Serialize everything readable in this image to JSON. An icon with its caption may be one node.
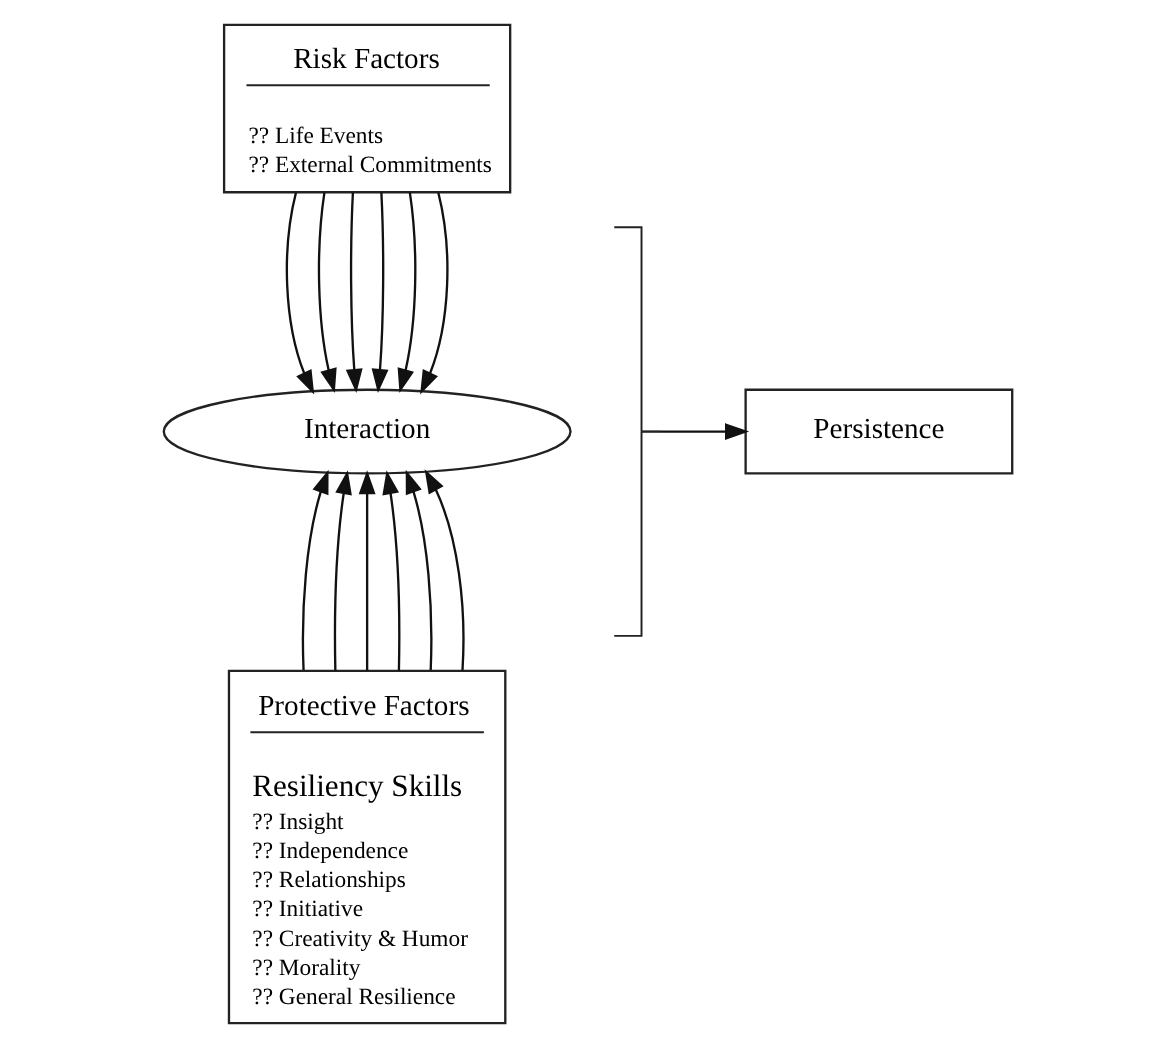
{
  "diagram": {
    "nodes": [
      {
        "text": [
          "Risk Factors",
          "?? Life Events",
          "?? External Commitments"
        ]
      },
      {
        "text": [
          "Interaction"
        ]
      },
      {
        "text": [
          "Protective Factors",
          "Resiliency Skills",
          "?? Insight",
          "?? Independence",
          "?? Relationships",
          "?? Initiative",
          "?? Creativity & Humor",
          "?? Morality",
          "?? General Resilience"
        ]
      },
      {
        "text": [
          "Persistence"
        ]
      }
    ],
    "edges": [
      {
        "from": 0,
        "to": 1,
        "arrow": "to"
      },
      {
        "from": 0,
        "to": 1,
        "arrow": "to"
      },
      {
        "from": 0,
        "to": 1,
        "arrow": "to"
      },
      {
        "from": 0,
        "to": 1,
        "arrow": "to"
      },
      {
        "from": 0,
        "to": 1,
        "arrow": "to"
      },
      {
        "from": 0,
        "to": 1,
        "arrow": "to"
      },
      {
        "from": 2,
        "to": 1,
        "arrow": "to"
      },
      {
        "from": 2,
        "to": 1,
        "arrow": "to"
      },
      {
        "from": 2,
        "to": 1,
        "arrow": "to"
      },
      {
        "from": 2,
        "to": 1,
        "arrow": "to"
      },
      {
        "from": 2,
        "to": 1,
        "arrow": "to"
      },
      {
        "from": 2,
        "to": 1,
        "arrow": "to"
      },
      {
        "from": null,
        "to": 3,
        "arrow": "to"
      }
    ]
  }
}
